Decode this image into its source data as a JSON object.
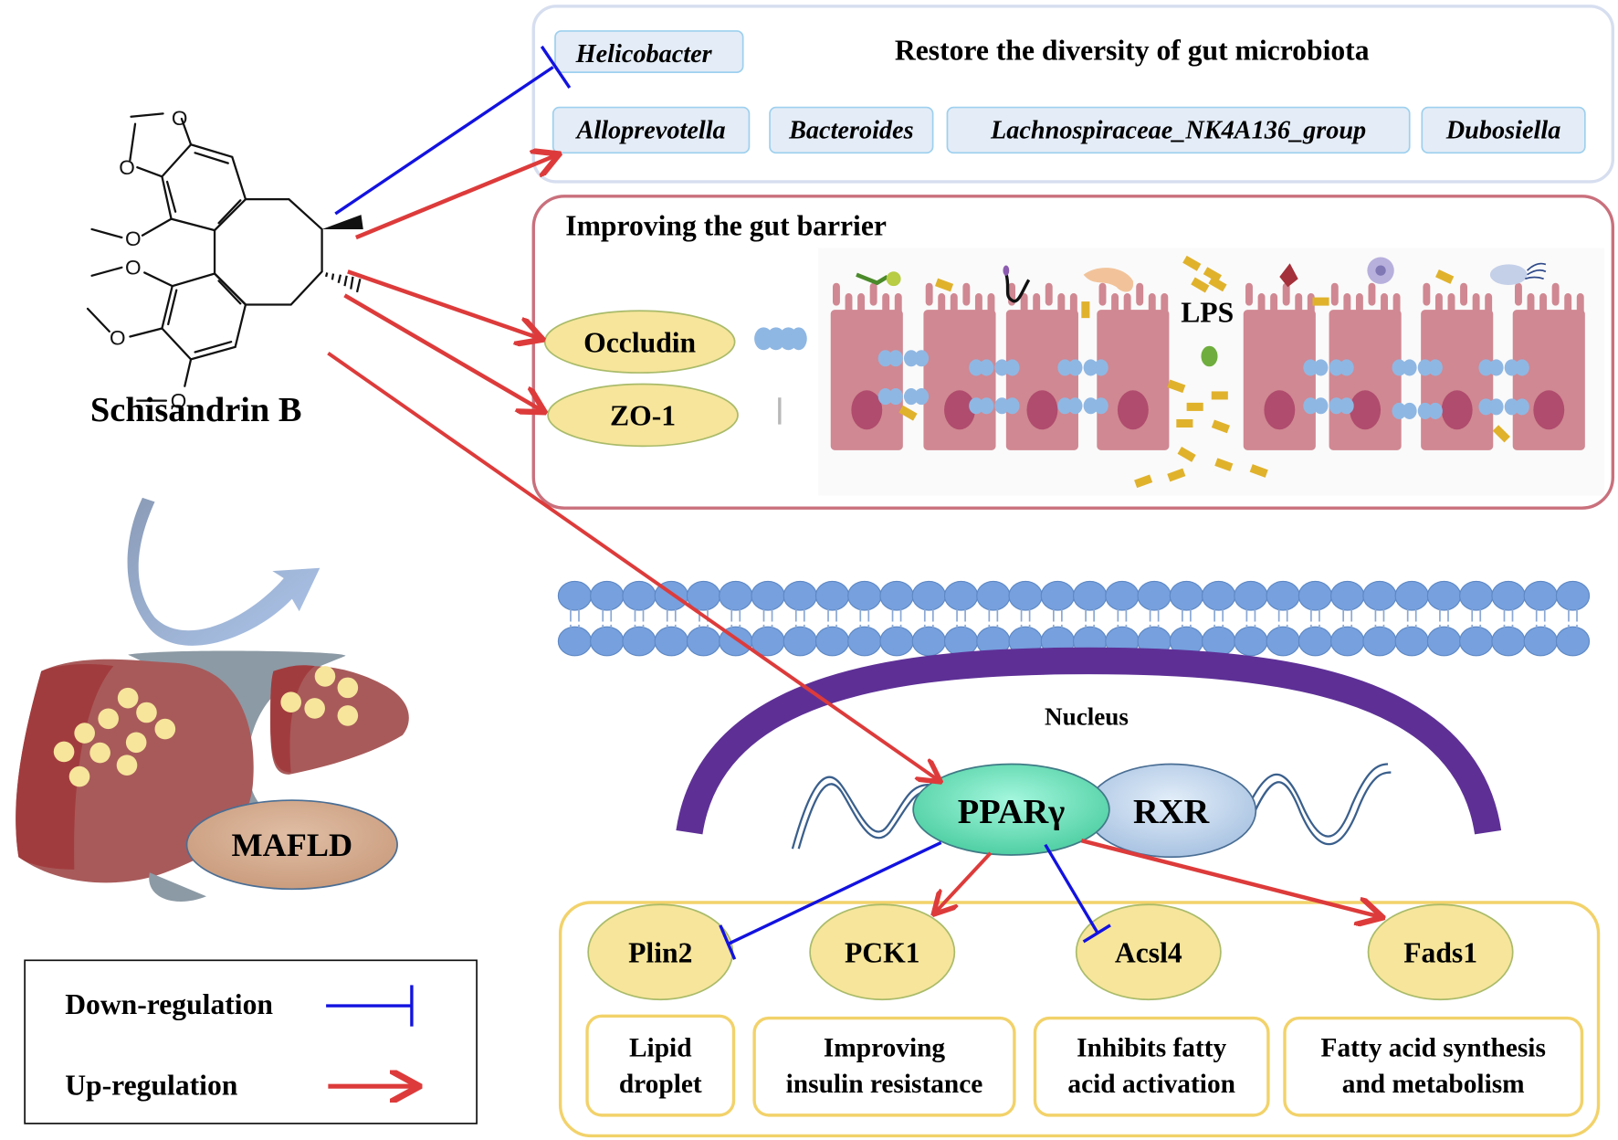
{
  "compound": {
    "name": "Schisandrin B",
    "atom_label": "O"
  },
  "disease": {
    "label": "MAFLD"
  },
  "microbiota": {
    "title": "Restore the diversity of gut microbiota",
    "down_regulated": [
      "Helicobacter"
    ],
    "up_regulated": [
      "Alloprevotella",
      "Bacteroides",
      "Lachnospiraceae_NK4A136_group",
      "Dubosiella"
    ]
  },
  "gut_barrier": {
    "title": "Improving the gut barrier",
    "proteins": [
      "Occludin",
      "ZO-1"
    ],
    "lps_label": "LPS"
  },
  "nucleus": {
    "label": "Nucleus",
    "receptor": "PPARγ",
    "partner": "RXR"
  },
  "targets": [
    {
      "gene": "Plin2",
      "effect": "Lipid droplet",
      "effect_lines": [
        "Lipid",
        "droplet"
      ],
      "regulation": "down"
    },
    {
      "gene": "PCK1",
      "effect": "Improving insulin resistance",
      "effect_lines": [
        "Improving",
        "insulin resistance"
      ],
      "regulation": "up"
    },
    {
      "gene": "Acsl4",
      "effect": "Inhibits fatty acid activation",
      "effect_lines": [
        "Inhibits fatty",
        "acid activation"
      ],
      "regulation": "down"
    },
    {
      "gene": "Fads1",
      "effect": "Fatty acid synthesis and metabolism",
      "effect_lines": [
        "Fatty acid synthesis",
        "and metabolism"
      ],
      "regulation": "up"
    }
  ],
  "legend": {
    "down_label": "Down-regulation",
    "up_label": "Up-regulation"
  },
  "colors": {
    "down": "#1212e0",
    "up": "#dd3b3b",
    "microbiota_box_border": "#d3dcef",
    "barrier_box_border": "#c9707c",
    "target_box_border": "#f2d26a",
    "node_fill": "#f6e59b",
    "nucleus": "#5e3096",
    "membrane": "#76a0de",
    "pparg": "#7fe9c4",
    "rxr": "#c3d6ec",
    "liver": "#a85a5a",
    "mafld": "#d5ad92"
  }
}
